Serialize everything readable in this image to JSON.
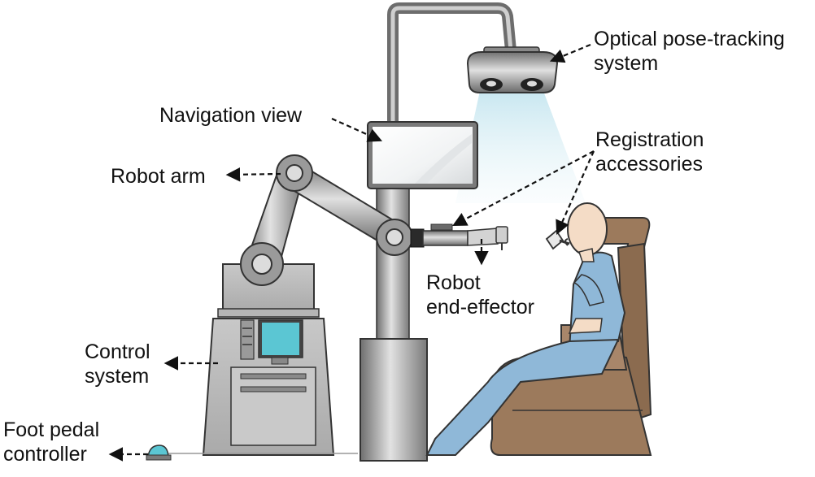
{
  "labels": {
    "optical_tracking": [
      "Optical pose-tracking",
      "system"
    ],
    "navigation_view": "Navigation view",
    "registration": [
      "Registration",
      "accessories"
    ],
    "robot_arm": "Robot arm",
    "end_effector": [
      "Robot",
      "end-effector"
    ],
    "control_system": [
      "Control",
      "system"
    ],
    "foot_pedal": [
      "Foot pedal",
      "controller"
    ]
  },
  "colors": {
    "metal_dark": "#6e6e6e",
    "metal_light": "#d9d9d9",
    "cabinet": "#bcbcbc",
    "screen": "#5bc6d3",
    "scrubs": "#8fb8d8",
    "skin": "#f4dcc6",
    "chair": "#9c7a5c",
    "beam": "#cfe8f0"
  }
}
